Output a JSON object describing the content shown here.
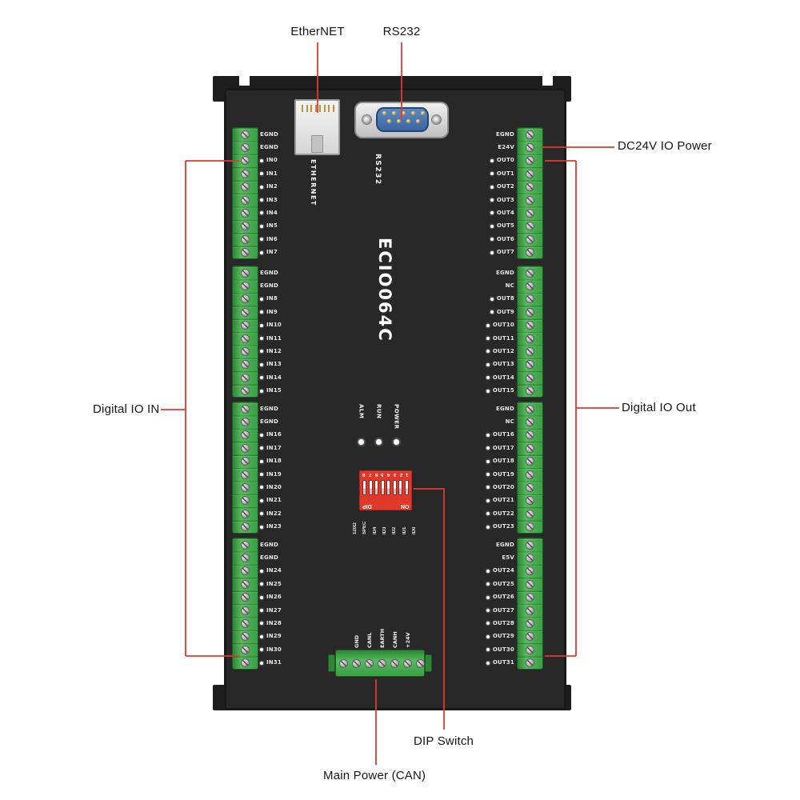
{
  "device": {
    "model": "ECIO064C",
    "ethernet_port_label": "ETHERNET",
    "rs232_port_label": "RS232"
  },
  "callouts": {
    "ethernet": "EtherNET",
    "rs232": "RS232",
    "io_power": "DC24V IO Power",
    "digital_out": "Digital IO Out",
    "digital_in": "Digital IO IN",
    "dip_switch": "DIP Switch",
    "main_power": "Main Power (CAN)"
  },
  "status_leds": [
    "ALM",
    "RUN",
    "POWER"
  ],
  "left_terminal_groups": [
    [
      "EGND",
      "EGND",
      "IN0",
      "IN1",
      "IN2",
      "IN3",
      "IN4",
      "IN5",
      "IN6",
      "IN7"
    ],
    [
      "EGND",
      "EGND",
      "IN8",
      "IN9",
      "IN10",
      "IN11",
      "IN12",
      "IN13",
      "IN14",
      "IN15"
    ],
    [
      "EGND",
      "EGND",
      "IN16",
      "IN17",
      "IN18",
      "IN19",
      "IN20",
      "IN21",
      "IN22",
      "IN23"
    ],
    [
      "EGND",
      "EGND",
      "IN24",
      "IN25",
      "IN26",
      "IN27",
      "IN28",
      "IN29",
      "IN30",
      "IN31"
    ]
  ],
  "right_terminal_groups": [
    [
      "EGND",
      "E24V",
      "OUT0",
      "OUT1",
      "OUT2",
      "OUT3",
      "OUT4",
      "OUT5",
      "OUT6",
      "OUT7"
    ],
    [
      "EGND",
      "NC",
      "OUT8",
      "OUT9",
      "OUT10",
      "OUT11",
      "OUT12",
      "OUT13",
      "OUT14",
      "OUT15"
    ],
    [
      "EGND",
      "NC",
      "OUT16",
      "OUT17",
      "OUT18",
      "OUT19",
      "OUT20",
      "OUT21",
      "OUT22",
      "OUT23"
    ],
    [
      "EGND",
      "E5V",
      "OUT24",
      "OUT25",
      "OUT26",
      "OUT27",
      "OUT28",
      "OUT29",
      "OUT30",
      "OUT31"
    ]
  ],
  "dip_switch": {
    "numbers": [
      "1",
      "2",
      "3",
      "4",
      "5",
      "6",
      "7",
      "8"
    ],
    "on_label": "ON",
    "dip_label": "DIP",
    "channel_labels": [
      "ID0",
      "ID1",
      "ID2",
      "ID3",
      "ID4",
      "SPEC",
      "120Ω"
    ]
  },
  "power_connector": {
    "pin_labels": [
      "GND",
      "CANL",
      "EARTH",
      "CANH",
      "+24V"
    ]
  },
  "colors": {
    "accent_red": "#e23a2e",
    "terminal_green": "#3fa348",
    "dip_red": "#e0392c",
    "db9_blue": "#4a77b0",
    "device_black": "#282828"
  }
}
